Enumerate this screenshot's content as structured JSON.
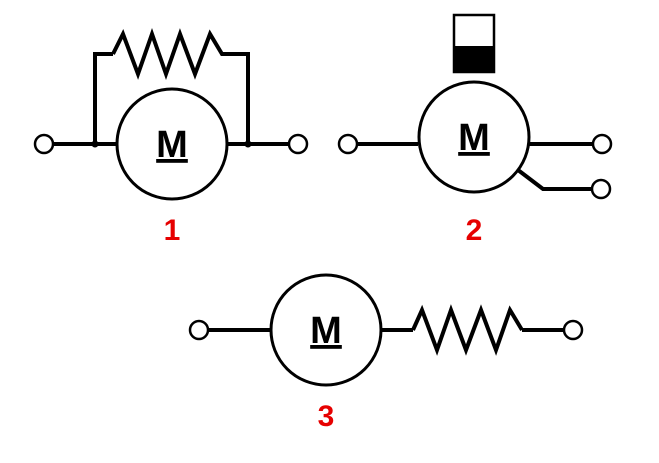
{
  "colors": {
    "stroke": "#000000",
    "background": "#ffffff",
    "label": "#e60000"
  },
  "diagrams": [
    {
      "motor_letter": "M",
      "label": "1"
    },
    {
      "motor_letter": "M",
      "label": "2"
    },
    {
      "motor_letter": "M",
      "label": "3"
    }
  ]
}
